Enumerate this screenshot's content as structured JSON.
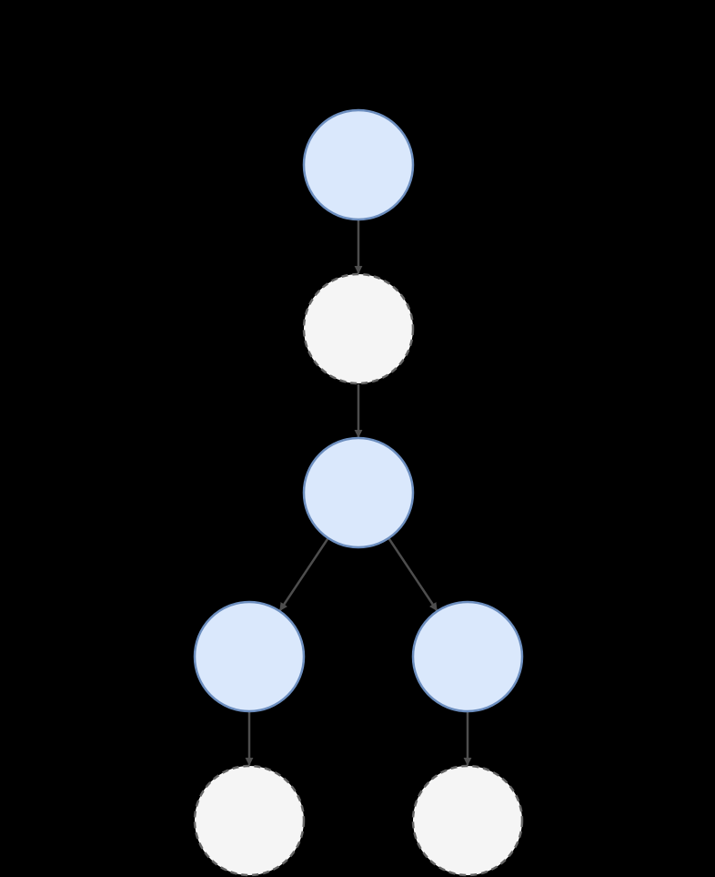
{
  "diagram": {
    "type": "tree",
    "background_color": "#000000",
    "styles": {
      "solid": {
        "fill": "#dae8fc",
        "stroke": "#6c8ebf",
        "dashed": false
      },
      "dashed": {
        "fill": "#f5f5f5",
        "stroke": "#666666",
        "dashed": true
      },
      "edge_color": "#4d4d4d"
    },
    "nodes": [
      {
        "id": "n1",
        "style": "solid",
        "label": ""
      },
      {
        "id": "n2",
        "style": "dashed",
        "label": ""
      },
      {
        "id": "n3",
        "style": "solid",
        "label": ""
      },
      {
        "id": "n4",
        "style": "solid",
        "label": ""
      },
      {
        "id": "n5",
        "style": "solid",
        "label": ""
      },
      {
        "id": "n6",
        "style": "dashed",
        "label": ""
      },
      {
        "id": "n7",
        "style": "dashed",
        "label": ""
      }
    ],
    "edges": [
      {
        "from": "n1",
        "to": "n2"
      },
      {
        "from": "n2",
        "to": "n3"
      },
      {
        "from": "n3",
        "to": "n4"
      },
      {
        "from": "n3",
        "to": "n5"
      },
      {
        "from": "n4",
        "to": "n6"
      },
      {
        "from": "n5",
        "to": "n7"
      }
    ]
  }
}
